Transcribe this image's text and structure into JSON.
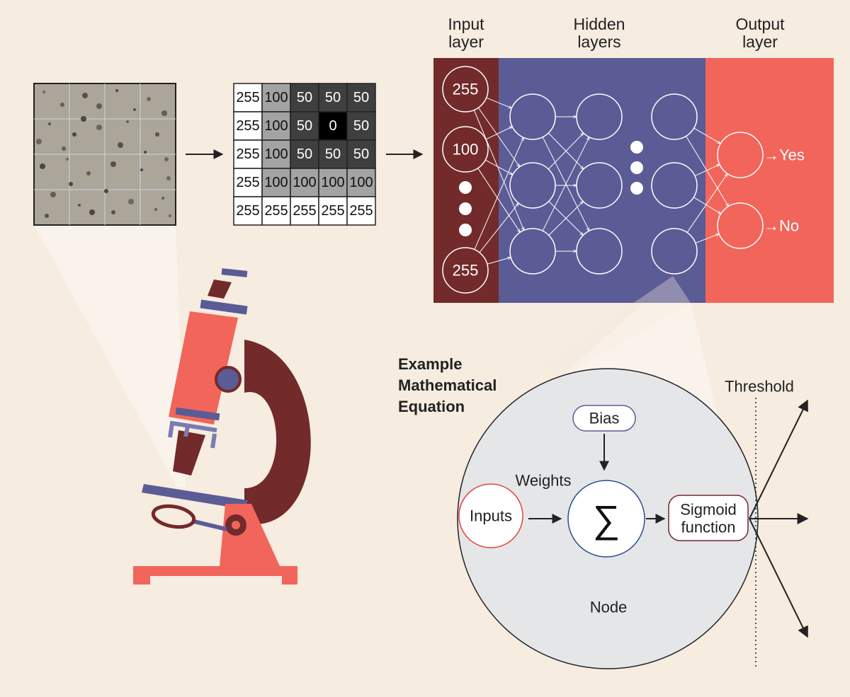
{
  "colors": {
    "background": "#f6ecdf",
    "input_layer": "#722a2b",
    "hidden_layers": "#5b5b96",
    "output_layer": "#f2655a",
    "microscope_body": "#f2655a",
    "microscope_arm": "#722a2b",
    "microscope_accent": "#5b5b96",
    "node_circle_fill": "#e5e6e8"
  },
  "pixel_grid": [
    [
      "255",
      "100",
      "50",
      "50",
      "50"
    ],
    [
      "255",
      "100",
      "50",
      "0",
      "50"
    ],
    [
      "255",
      "100",
      "50",
      "50",
      "50"
    ],
    [
      "255",
      "100",
      "100",
      "100",
      "100"
    ],
    [
      "255",
      "255",
      "255",
      "255",
      "255"
    ]
  ],
  "network": {
    "input_layer_title": [
      "Input",
      "layer"
    ],
    "hidden_layers_title": [
      "Hidden",
      "layers"
    ],
    "output_layer_title": [
      "Output",
      "layer"
    ],
    "input_values": [
      "255",
      "100",
      "255"
    ],
    "outputs": [
      "→Yes",
      "→No"
    ]
  },
  "equation": {
    "title": [
      "Example",
      "Mathematical",
      "Equation"
    ],
    "bias": "Bias",
    "weights": "Weights",
    "inputs": "Inputs",
    "sum_symbol": "∑",
    "sigmoid": [
      "Sigmoid",
      "function"
    ],
    "node": "Node",
    "threshold": "Threshold"
  }
}
